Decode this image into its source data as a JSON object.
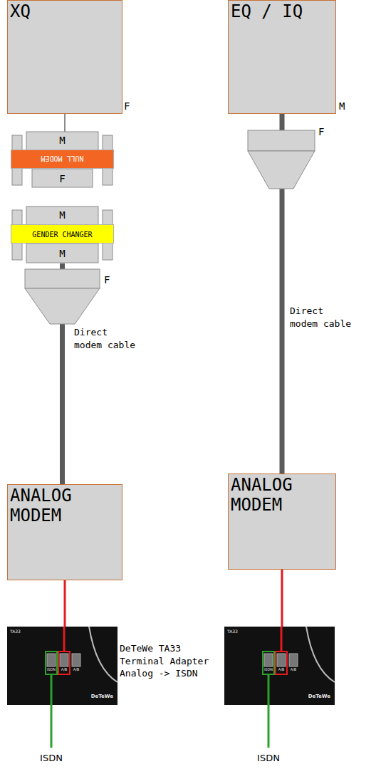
{
  "diagram": {
    "nodes": [
      {
        "text": [
          "XQ"
        ]
      },
      {
        "text": [
          "EQ / IQ"
        ]
      },
      {
        "text": [
          "M",
          "NULL MODEM",
          "F"
        ]
      },
      {
        "text": [
          "M",
          "GENDER CHANGER",
          "M"
        ]
      },
      {
        "text": [
          "ANALOG MODEM"
        ]
      },
      {
        "text": [
          "ANALOG MODEM"
        ]
      },
      {
        "text": [
          "TA33",
          "ISDN",
          "A/B",
          "A/B",
          "DeTeWe"
        ]
      },
      {
        "text": [
          "TA33",
          "ISDN",
          "A/B",
          "A/B",
          "DeTeWe"
        ]
      }
    ],
    "edges": [
      {
        "from": 0,
        "to": 2,
        "arrow": "none"
      },
      {
        "from": 3,
        "to": 4,
        "arrow": "none"
      },
      {
        "from": 1,
        "to": 5,
        "arrow": "none"
      },
      {
        "from": 4,
        "to": 6,
        "arrow": "none"
      },
      {
        "from": 5,
        "to": 7,
        "arrow": "none"
      }
    ],
    "labels": [
      "F",
      "M",
      "F",
      "F",
      "Direct modem cable",
      "Direct modem cable",
      "DeTeWe TA33 Terminal Adapter Analog -> ISDN",
      "ISDN",
      "ISDN"
    ]
  }
}
